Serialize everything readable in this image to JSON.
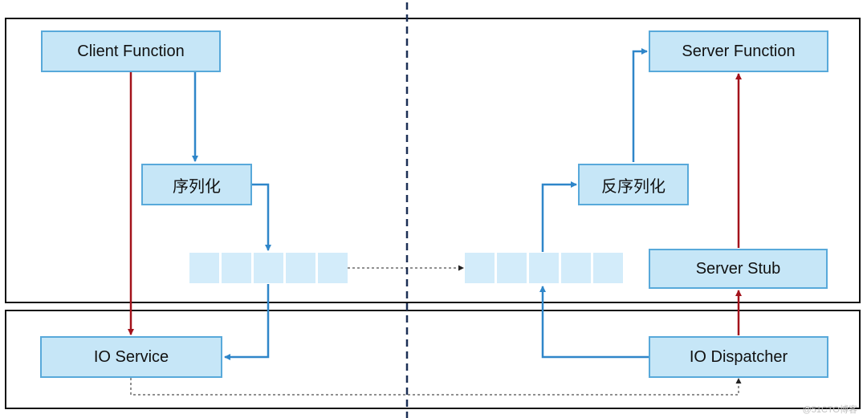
{
  "nodes": {
    "client_function": "Client Function",
    "serialize": "序列化",
    "io_service": "IO Service",
    "server_function": "Server Function",
    "deserialize": "反序列化",
    "server_stub": "Server Stub",
    "io_dispatcher": "IO Dispatcher"
  },
  "colors": {
    "node_fill": "#c6e6f7",
    "node_border": "#58a9da",
    "buffer_cell": "#d3ecfa",
    "data_arrow": "#2f86c9",
    "call_arrow": "#a3121b",
    "boundary": "#1b2f55"
  },
  "watermark": "@51CTO博客"
}
